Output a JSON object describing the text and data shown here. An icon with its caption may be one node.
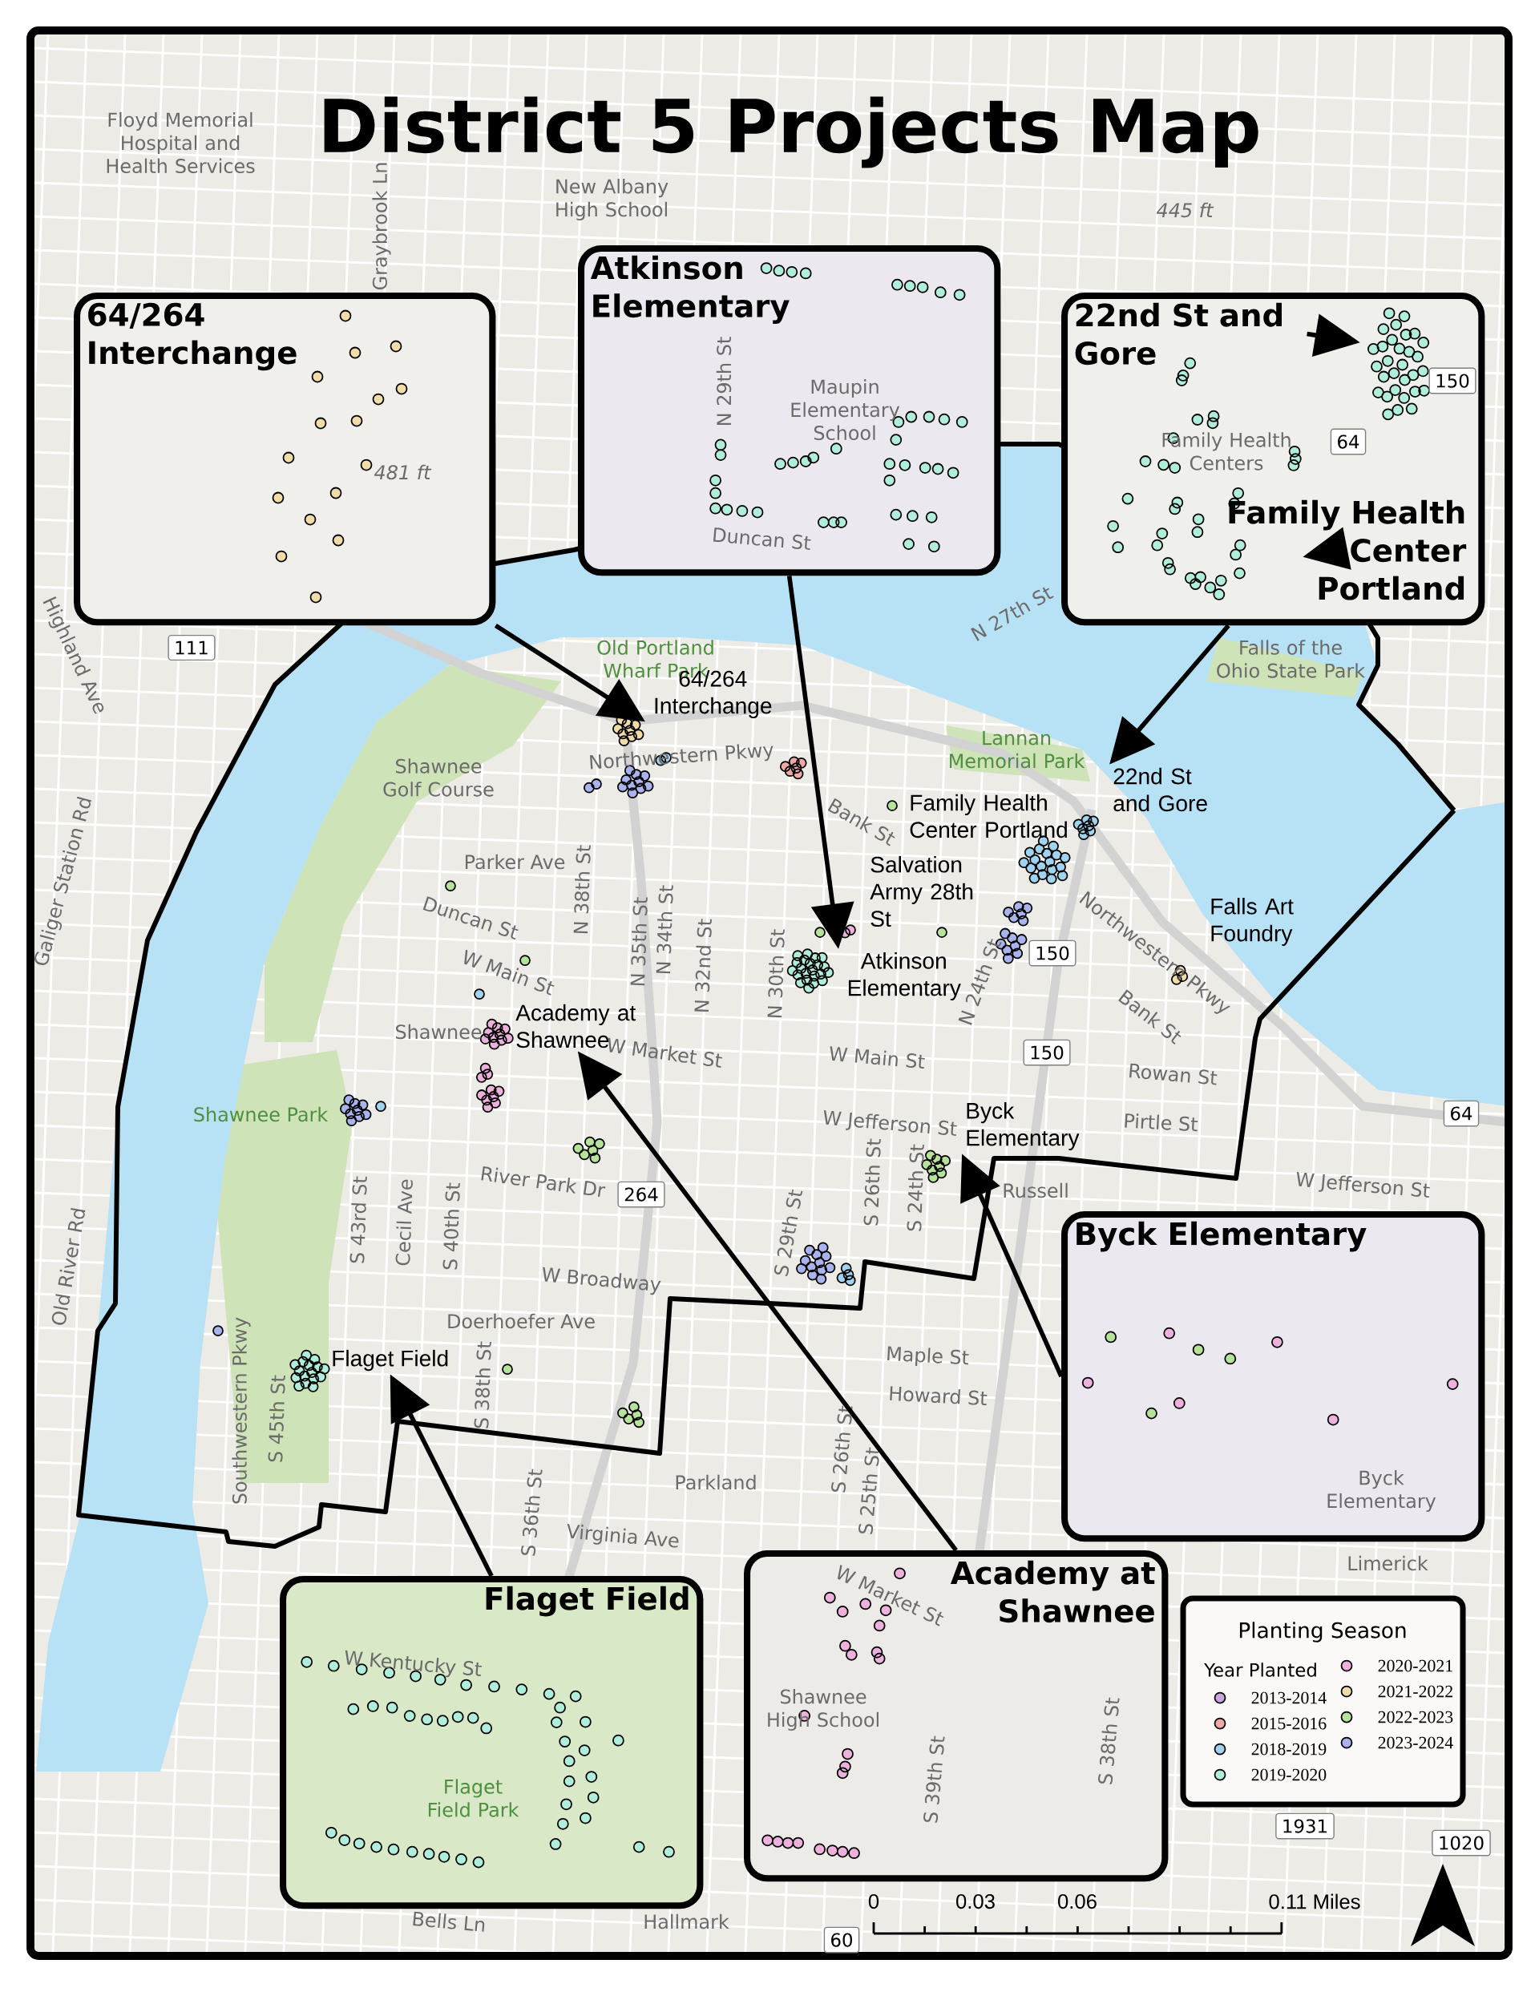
{
  "diagram": {
    "title": "District 5 Projects Map",
    "nodes": [
      {
        "text": [
          "64/264 Interchange"
        ]
      },
      {
        "text": [
          "Atkinson Elementary"
        ]
      },
      {
        "text": [
          "22nd St and Gore"
        ]
      },
      {
        "text": [
          "Byck Elementary"
        ]
      },
      {
        "text": [
          "Academy at Shawnee"
        ]
      },
      {
        "text": [
          "Flaget Field"
        ]
      },
      {
        "text": [
          "64/264 Interchange"
        ]
      },
      {
        "text": [
          "Atkinson Elementary"
        ]
      },
      {
        "text": [
          "22nd St and Gore"
        ]
      },
      {
        "text": [
          "Byck Elementary"
        ]
      },
      {
        "text": [
          "Academy at Shawnee"
        ]
      },
      {
        "text": [
          "Flaget Field"
        ]
      },
      {
        "text": [],
        "shape": "circle",
        "in": 2
      },
      {
        "text": [
          "Family Health Center Portland"
        ],
        "in": 2
      },
      {
        "text": [],
        "shape": "circle",
        "in": 2
      }
    ],
    "edges": [
      {
        "from": 0,
        "to": 6,
        "arrow": "to"
      },
      {
        "from": 1,
        "to": 7,
        "arrow": "to"
      },
      {
        "from": 2,
        "to": 8,
        "arrow": "to"
      },
      {
        "from": 3,
        "to": 9,
        "arrow": "to"
      },
      {
        "from": 4,
        "to": 10,
        "arrow": "to"
      },
      {
        "from": 5,
        "to": 11,
        "arrow": "to"
      },
      {
        "from": 2,
        "to": 14,
        "arrow": "to"
      },
      {
        "from": 13,
        "to": 12,
        "arrow": "to"
      }
    ],
    "labels": [
      "Floyd Memorial Hospital and Health Services",
      "Graybrook Ln",
      "New Albany High School",
      "445 ft",
      "481 ft",
      "Maupin Elementary School",
      "N 29th St",
      "Duncan St",
      "Family Health Centers",
      "64",
      "150",
      "Highland Ave",
      "111",
      "Old Portland Wharf Park",
      "N 27th St",
      "Falls of the Ohio State Park",
      "Lannan Memorial Park",
      "Shawnee Golf Course",
      "Northwestern Pkwy",
      "Bank St",
      "Family Health Center Portland",
      "Salvation Army 28th St",
      "Parker Ave",
      "Duncan St",
      "N 38th St",
      "N 35th St",
      "N 34th St",
      "N 32nd St",
      "N 30th St",
      "Falls Art Foundry",
      "Galiger Station Rd",
      "W Main St",
      "N 24th St",
      "Shawnee",
      "W Market St",
      "W Main St",
      "Bank St",
      "Northwestern Pkwy",
      "150",
      "150",
      "Rowan St",
      "Pirtle St",
      "64",
      "W Jefferson St",
      "Shawnee Park",
      "River Park Dr",
      "264",
      "S 43rd St",
      "Cecil Ave",
      "S 40th St",
      "S 26th St",
      "S 24th St",
      "Russell",
      "W Jefferson St",
      "S 29th St",
      "W Broadway",
      "Doerhoefer Ave",
      "Maple St",
      "Howard St",
      "Southwestern Pkwy",
      "S 45th St",
      "S 38th St",
      "S 26th St",
      "S 25th St",
      "Parkland",
      "S 36th St",
      "Virginia Ave",
      "Old River Rd",
      "Limerick",
      "W Kentucky St",
      "Flaget Field Park",
      "W Market St",
      "Shawnee High School",
      "S 39th St",
      "S 38th St",
      "Byck Elementary",
      "1931",
      "1020",
      "Bells Ln",
      "Hallmark",
      "60",
      "Planting Season",
      "Year Planted",
      "0",
      "0.03",
      "0.06",
      "0.11 Miles"
    ],
    "legend": [
      {
        "text": "2013-2014",
        "color": "#c8a6e0"
      },
      {
        "text": "2015-2016",
        "color": "#f2a7a7"
      },
      {
        "text": "2018-2019",
        "color": "#9fd3ef"
      },
      {
        "text": "2019-2020",
        "color": "#aeeedb"
      },
      {
        "text": "2020-2021",
        "color": "#eeb0dc"
      },
      {
        "text": "2021-2022",
        "color": "#f1dca8"
      },
      {
        "text": "2022-2023",
        "color": "#b6e39a"
      },
      {
        "text": "2023-2024",
        "color": "#a9b4ee"
      }
    ]
  }
}
